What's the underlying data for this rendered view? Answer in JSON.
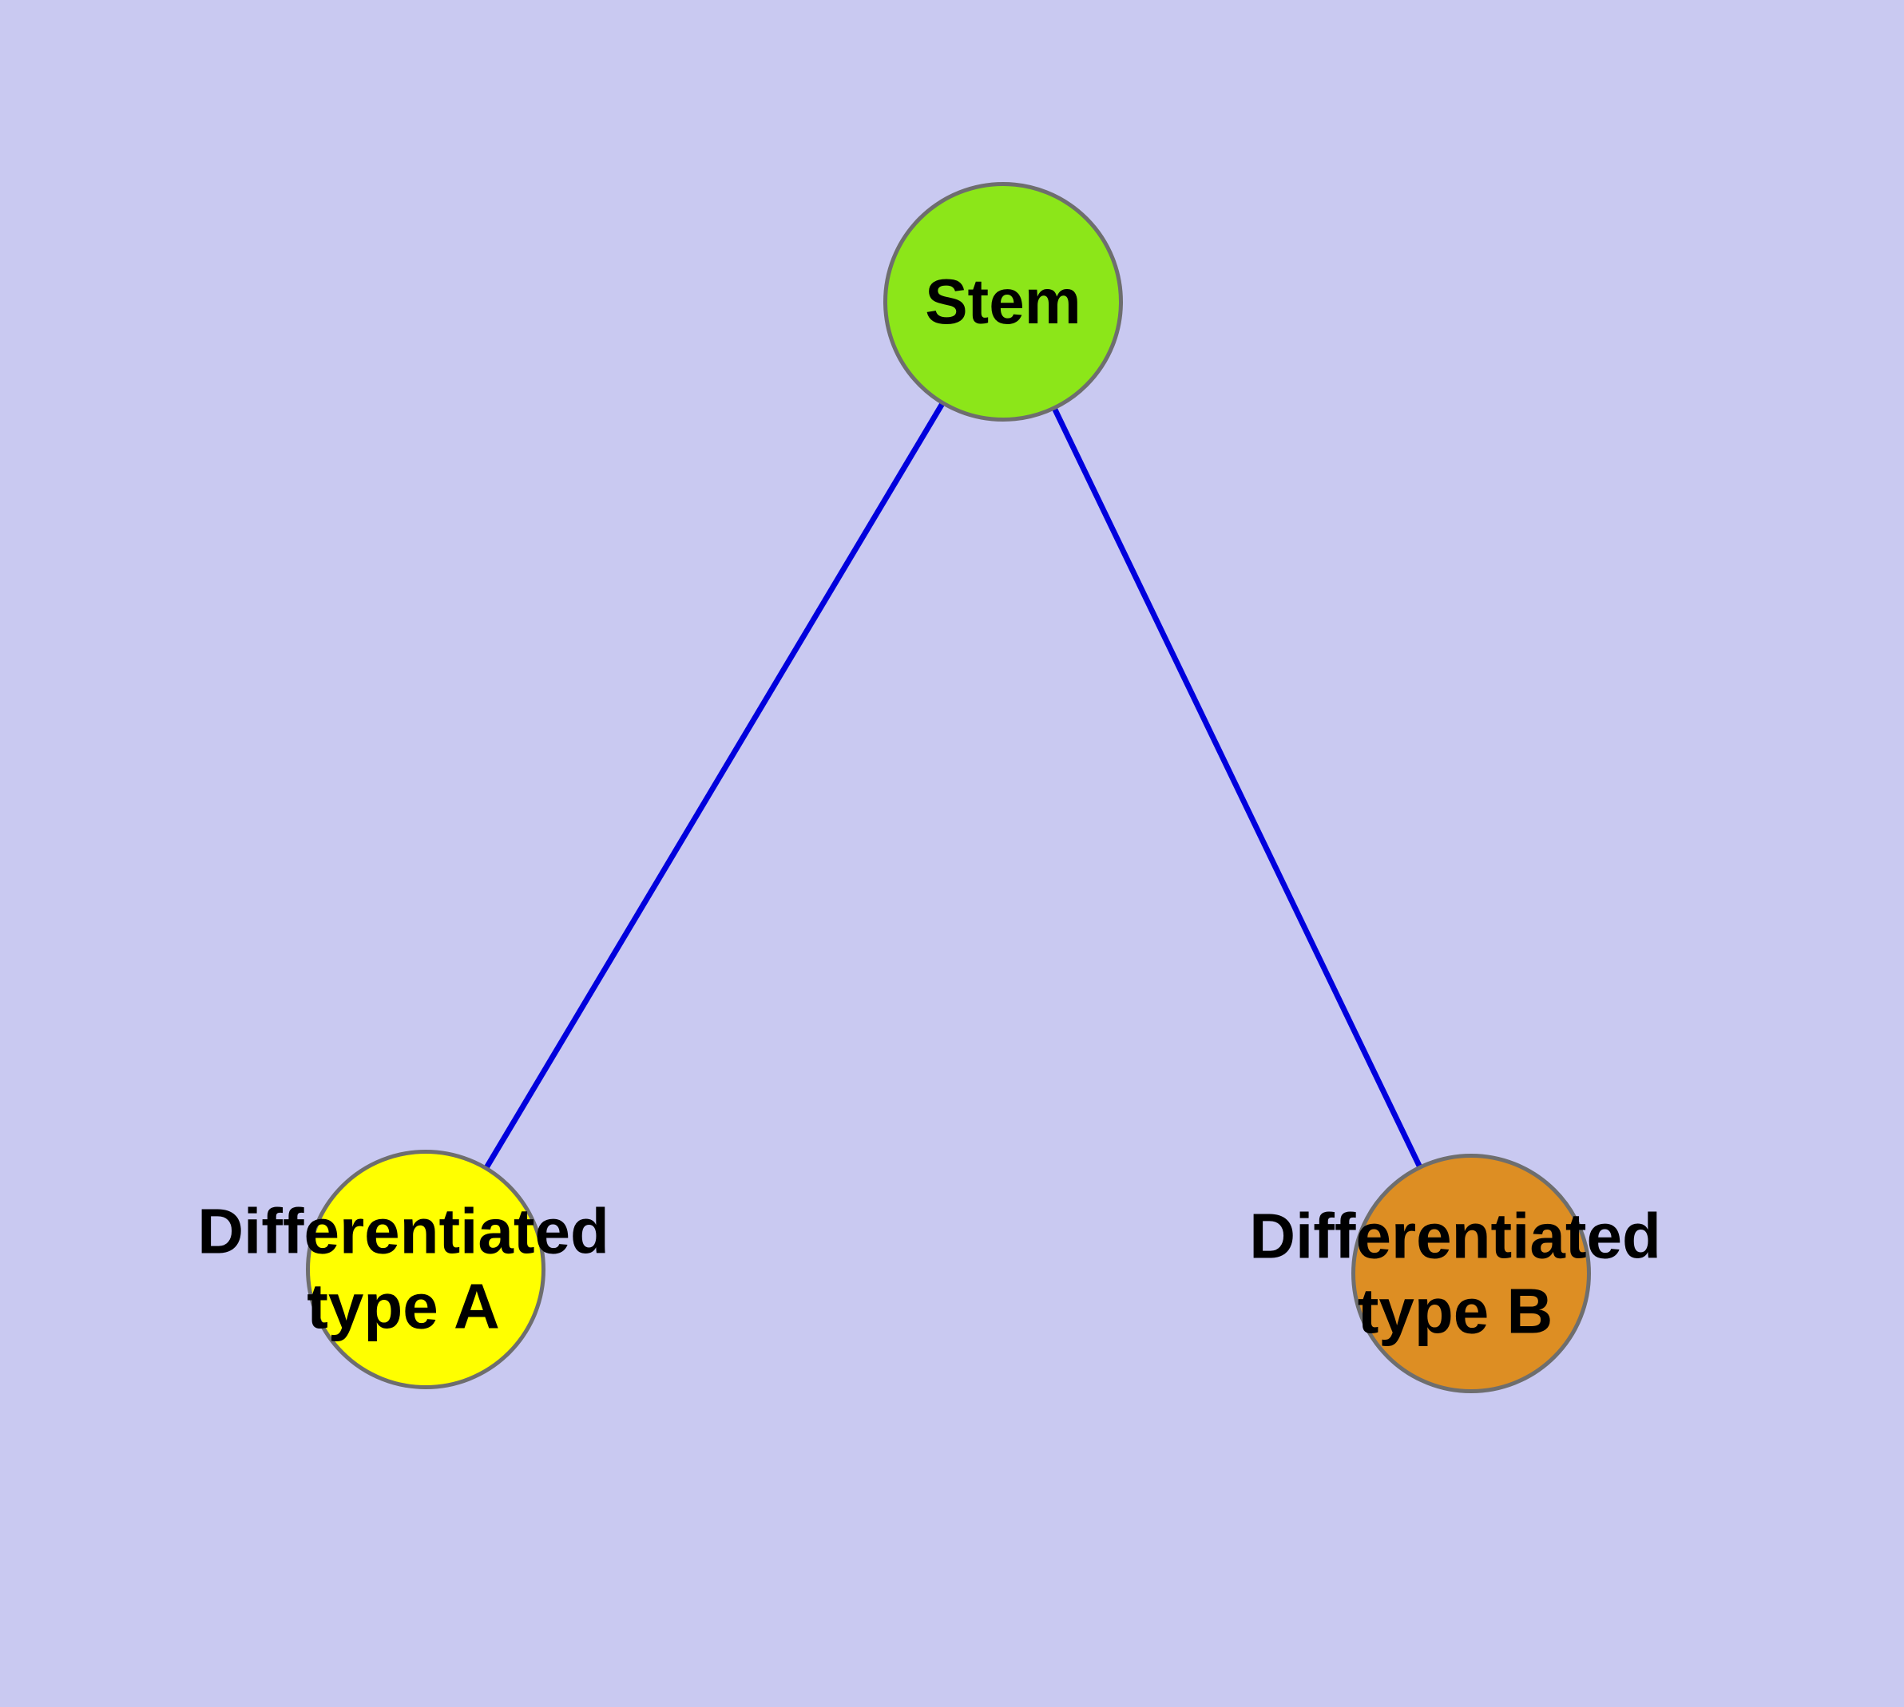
{
  "background_color": "#c9c9f1",
  "diagram": {
    "type": "graph",
    "description": "Cell differentiation diagram: a stem node branching to two differentiated cell types",
    "edge_color": "#0000dd",
    "text_color": "#000000",
    "nodes": [
      {
        "id": "stem",
        "label": "Stem",
        "fill_color": "#8ce619",
        "border_color": "#6e6e6e"
      },
      {
        "id": "diff-a",
        "label": "Differentiated\ntype A",
        "fill_color": "#ffff00",
        "border_color": "#6e6e6e"
      },
      {
        "id": "diff-b",
        "label": "Differentiated\ntype B",
        "fill_color": "#dd8e23",
        "border_color": "#6e6e6e"
      }
    ],
    "edges": [
      {
        "from": "stem",
        "to": "diff-a"
      },
      {
        "from": "stem",
        "to": "diff-b"
      }
    ]
  }
}
